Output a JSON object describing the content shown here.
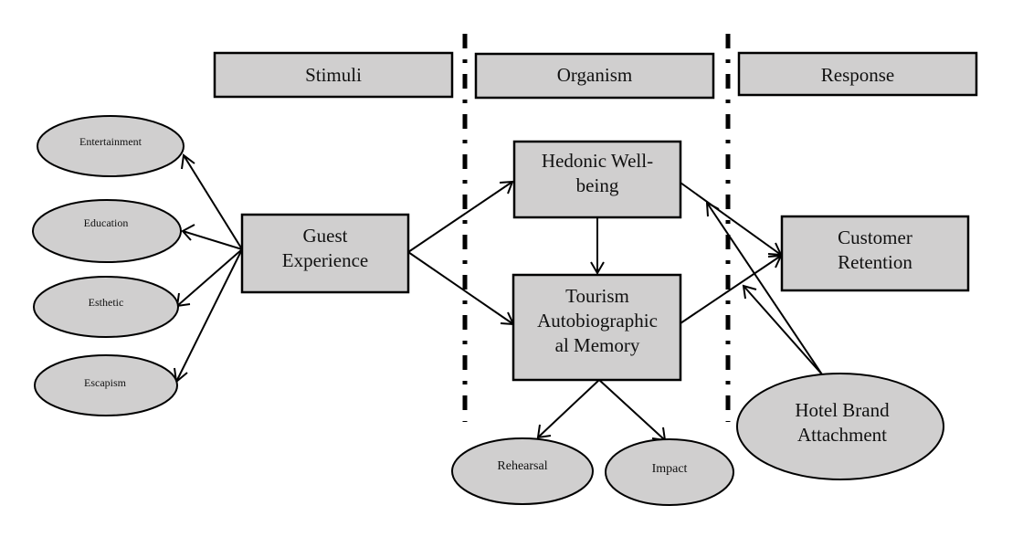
{
  "headers": {
    "stimuli": "Stimuli",
    "organism": "Organism",
    "response": "Response"
  },
  "nodes": {
    "guest_experience": [
      "Guest",
      "Experience"
    ],
    "hedonic": [
      "Hedonic Well-",
      "being"
    ],
    "tourism": [
      "Tourism",
      "Autobiographic",
      "al Memory"
    ],
    "customer_retention": [
      "Customer",
      "Retention"
    ],
    "hotel_brand": [
      "Hotel Brand",
      "Attachment"
    ],
    "entertainment": "Entertainment",
    "education": "Education",
    "esthetic": "Esthetic",
    "escapism": "Escapism",
    "rehearsal": "Rehearsal",
    "impact": "Impact"
  },
  "edges": [
    {
      "from": "Guest Experience",
      "to": "Entertainment"
    },
    {
      "from": "Guest Experience",
      "to": "Education"
    },
    {
      "from": "Guest Experience",
      "to": "Esthetic"
    },
    {
      "from": "Guest Experience",
      "to": "Escapism"
    },
    {
      "from": "Guest Experience",
      "to": "Hedonic Well-being"
    },
    {
      "from": "Guest Experience",
      "to": "Tourism Autobiographical Memory"
    },
    {
      "from": "Hedonic Well-being",
      "to": "Tourism Autobiographical Memory"
    },
    {
      "from": "Hedonic Well-being",
      "to": "Customer Retention"
    },
    {
      "from": "Tourism Autobiographical Memory",
      "to": "Customer Retention"
    },
    {
      "from": "Tourism Autobiographical Memory",
      "to": "Rehearsal"
    },
    {
      "from": "Tourism Autobiographical Memory",
      "to": "Impact"
    },
    {
      "from": "Hotel Brand Attachment",
      "to": "Hedonic-Retention path"
    },
    {
      "from": "Hotel Brand Attachment",
      "to": "Memory-Retention path"
    }
  ]
}
